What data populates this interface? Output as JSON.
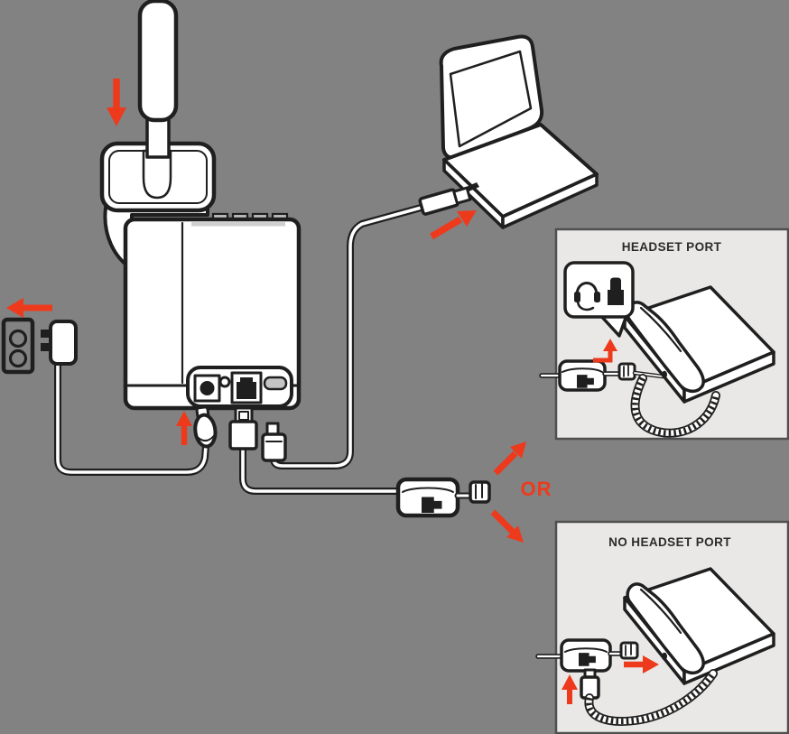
{
  "scene": {
    "background_color": "#828282",
    "line_color": "#1f1f1f",
    "fill_color": "#ffffff",
    "accent_color": "#ee3a1c",
    "panel_bg": "#e9e8e6",
    "panel_border": "#4f4f4f",
    "title_color": "#2b2b2b"
  },
  "labels": {
    "or": "OR",
    "headset_port_panel_title": "HEADSET PORT",
    "no_headset_port_panel_title": "NO HEADSET PORT"
  },
  "icons": {
    "headset_icon": "headset with microphone",
    "phone_plug_icon": "telephone RJ plug"
  }
}
